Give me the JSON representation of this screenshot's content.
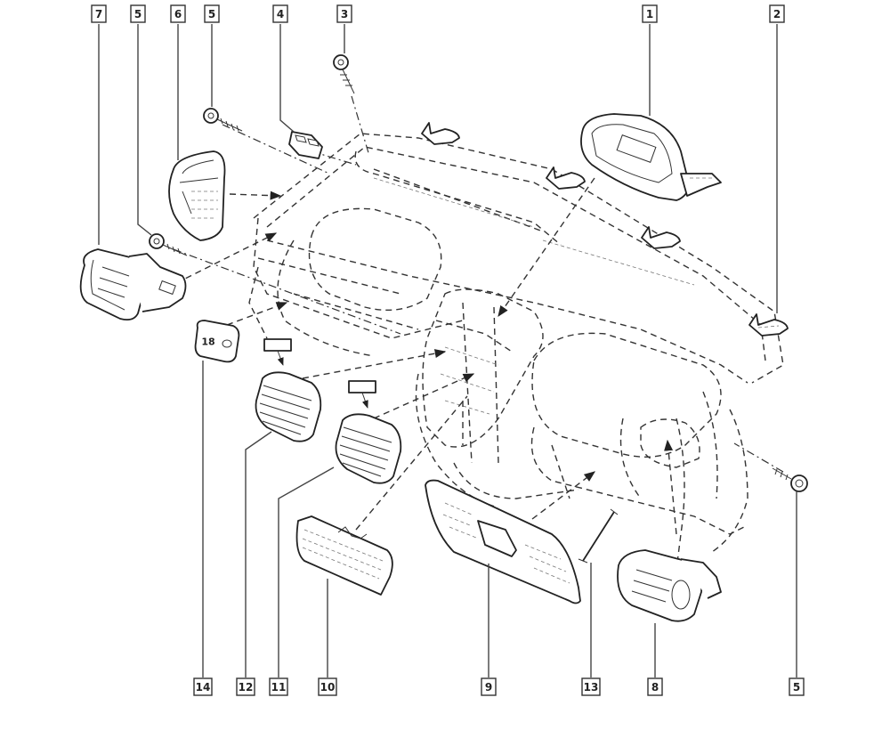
{
  "diagram": {
    "title": "Dashboard assembly exploded view",
    "callouts": [
      {
        "id": "c7a",
        "label": "7"
      },
      {
        "id": "c5a",
        "label": "5"
      },
      {
        "id": "c6",
        "label": "6"
      },
      {
        "id": "c5b",
        "label": "5"
      },
      {
        "id": "c4",
        "label": "4"
      },
      {
        "id": "c3",
        "label": "3"
      },
      {
        "id": "c1",
        "label": "1"
      },
      {
        "id": "c2",
        "label": "2"
      },
      {
        "id": "c14",
        "label": "14"
      },
      {
        "id": "c12",
        "label": "12"
      },
      {
        "id": "c11",
        "label": "11"
      },
      {
        "id": "c10",
        "label": "10"
      },
      {
        "id": "c9",
        "label": "9"
      },
      {
        "id": "c13",
        "label": "13"
      },
      {
        "id": "c8",
        "label": "8"
      },
      {
        "id": "c5c",
        "label": "5"
      }
    ],
    "parts": [
      {
        "ref": "1",
        "name": "instrument-cluster"
      },
      {
        "ref": "2",
        "name": "mounting-clip"
      },
      {
        "ref": "3",
        "name": "screw"
      },
      {
        "ref": "4",
        "name": "switch"
      },
      {
        "ref": "5",
        "name": "screw"
      },
      {
        "ref": "6",
        "name": "side-trim-panel"
      },
      {
        "ref": "7",
        "name": "left-air-vent"
      },
      {
        "ref": "8",
        "name": "right-air-vent"
      },
      {
        "ref": "9",
        "name": "glovebox-lid"
      },
      {
        "ref": "10",
        "name": "lower-trim-panel"
      },
      {
        "ref": "11",
        "name": "center-air-vent-right"
      },
      {
        "ref": "12",
        "name": "center-air-vent-left"
      },
      {
        "ref": "13",
        "name": "glovebox-strut"
      },
      {
        "ref": "14",
        "name": "switch-panel"
      }
    ]
  }
}
